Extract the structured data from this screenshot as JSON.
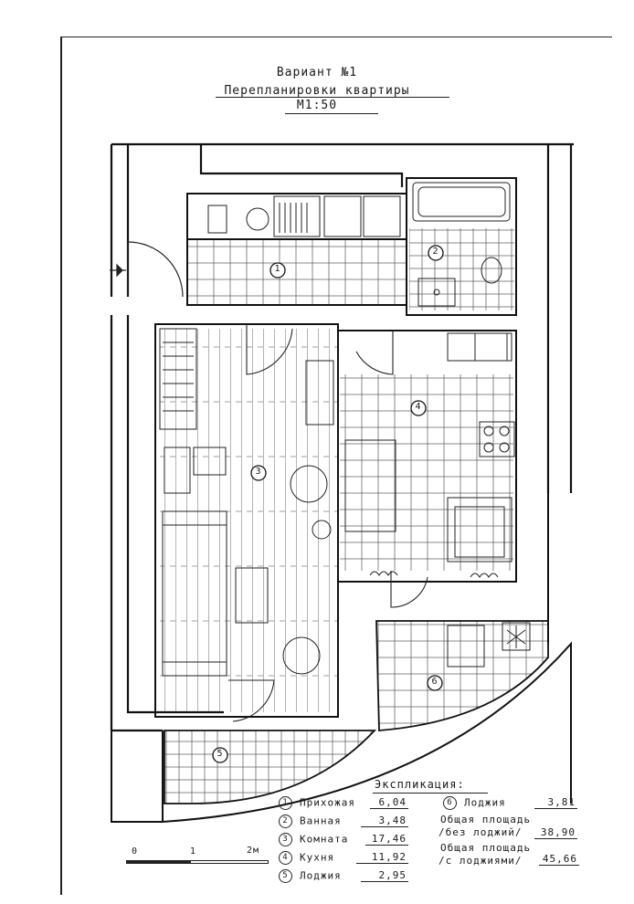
{
  "header": {
    "line1": "Вариант №1",
    "line2": "Перепланировки квартиры",
    "line3": "М1:50"
  },
  "rooms": {
    "r1": "1",
    "r2": "2",
    "r3": "3",
    "r4": "4",
    "r5": "5",
    "r6": "6"
  },
  "explication": {
    "title": "Экспликация:",
    "items": [
      {
        "num": "1",
        "label": "Прихожая",
        "value": "6,04"
      },
      {
        "num": "2",
        "label": "Ванная",
        "value": "3,48"
      },
      {
        "num": "3",
        "label": "Комната",
        "value": "17,46"
      },
      {
        "num": "4",
        "label": "Кухня",
        "value": "11,92"
      },
      {
        "num": "5",
        "label": "Лоджия",
        "value": "2,95"
      },
      {
        "num": "6",
        "label": "Лоджия",
        "value": "3,81"
      }
    ],
    "total_wo_label1": "Общая площадь",
    "total_wo_label2": "/без лоджий/",
    "total_wo_value": "38,90",
    "total_w_label1": "Общая площадь",
    "total_w_label2": "/с лоджиями/",
    "total_w_value": "45,66"
  },
  "scale_bar": {
    "t0": "0",
    "t1": "1",
    "t2": "2м"
  }
}
